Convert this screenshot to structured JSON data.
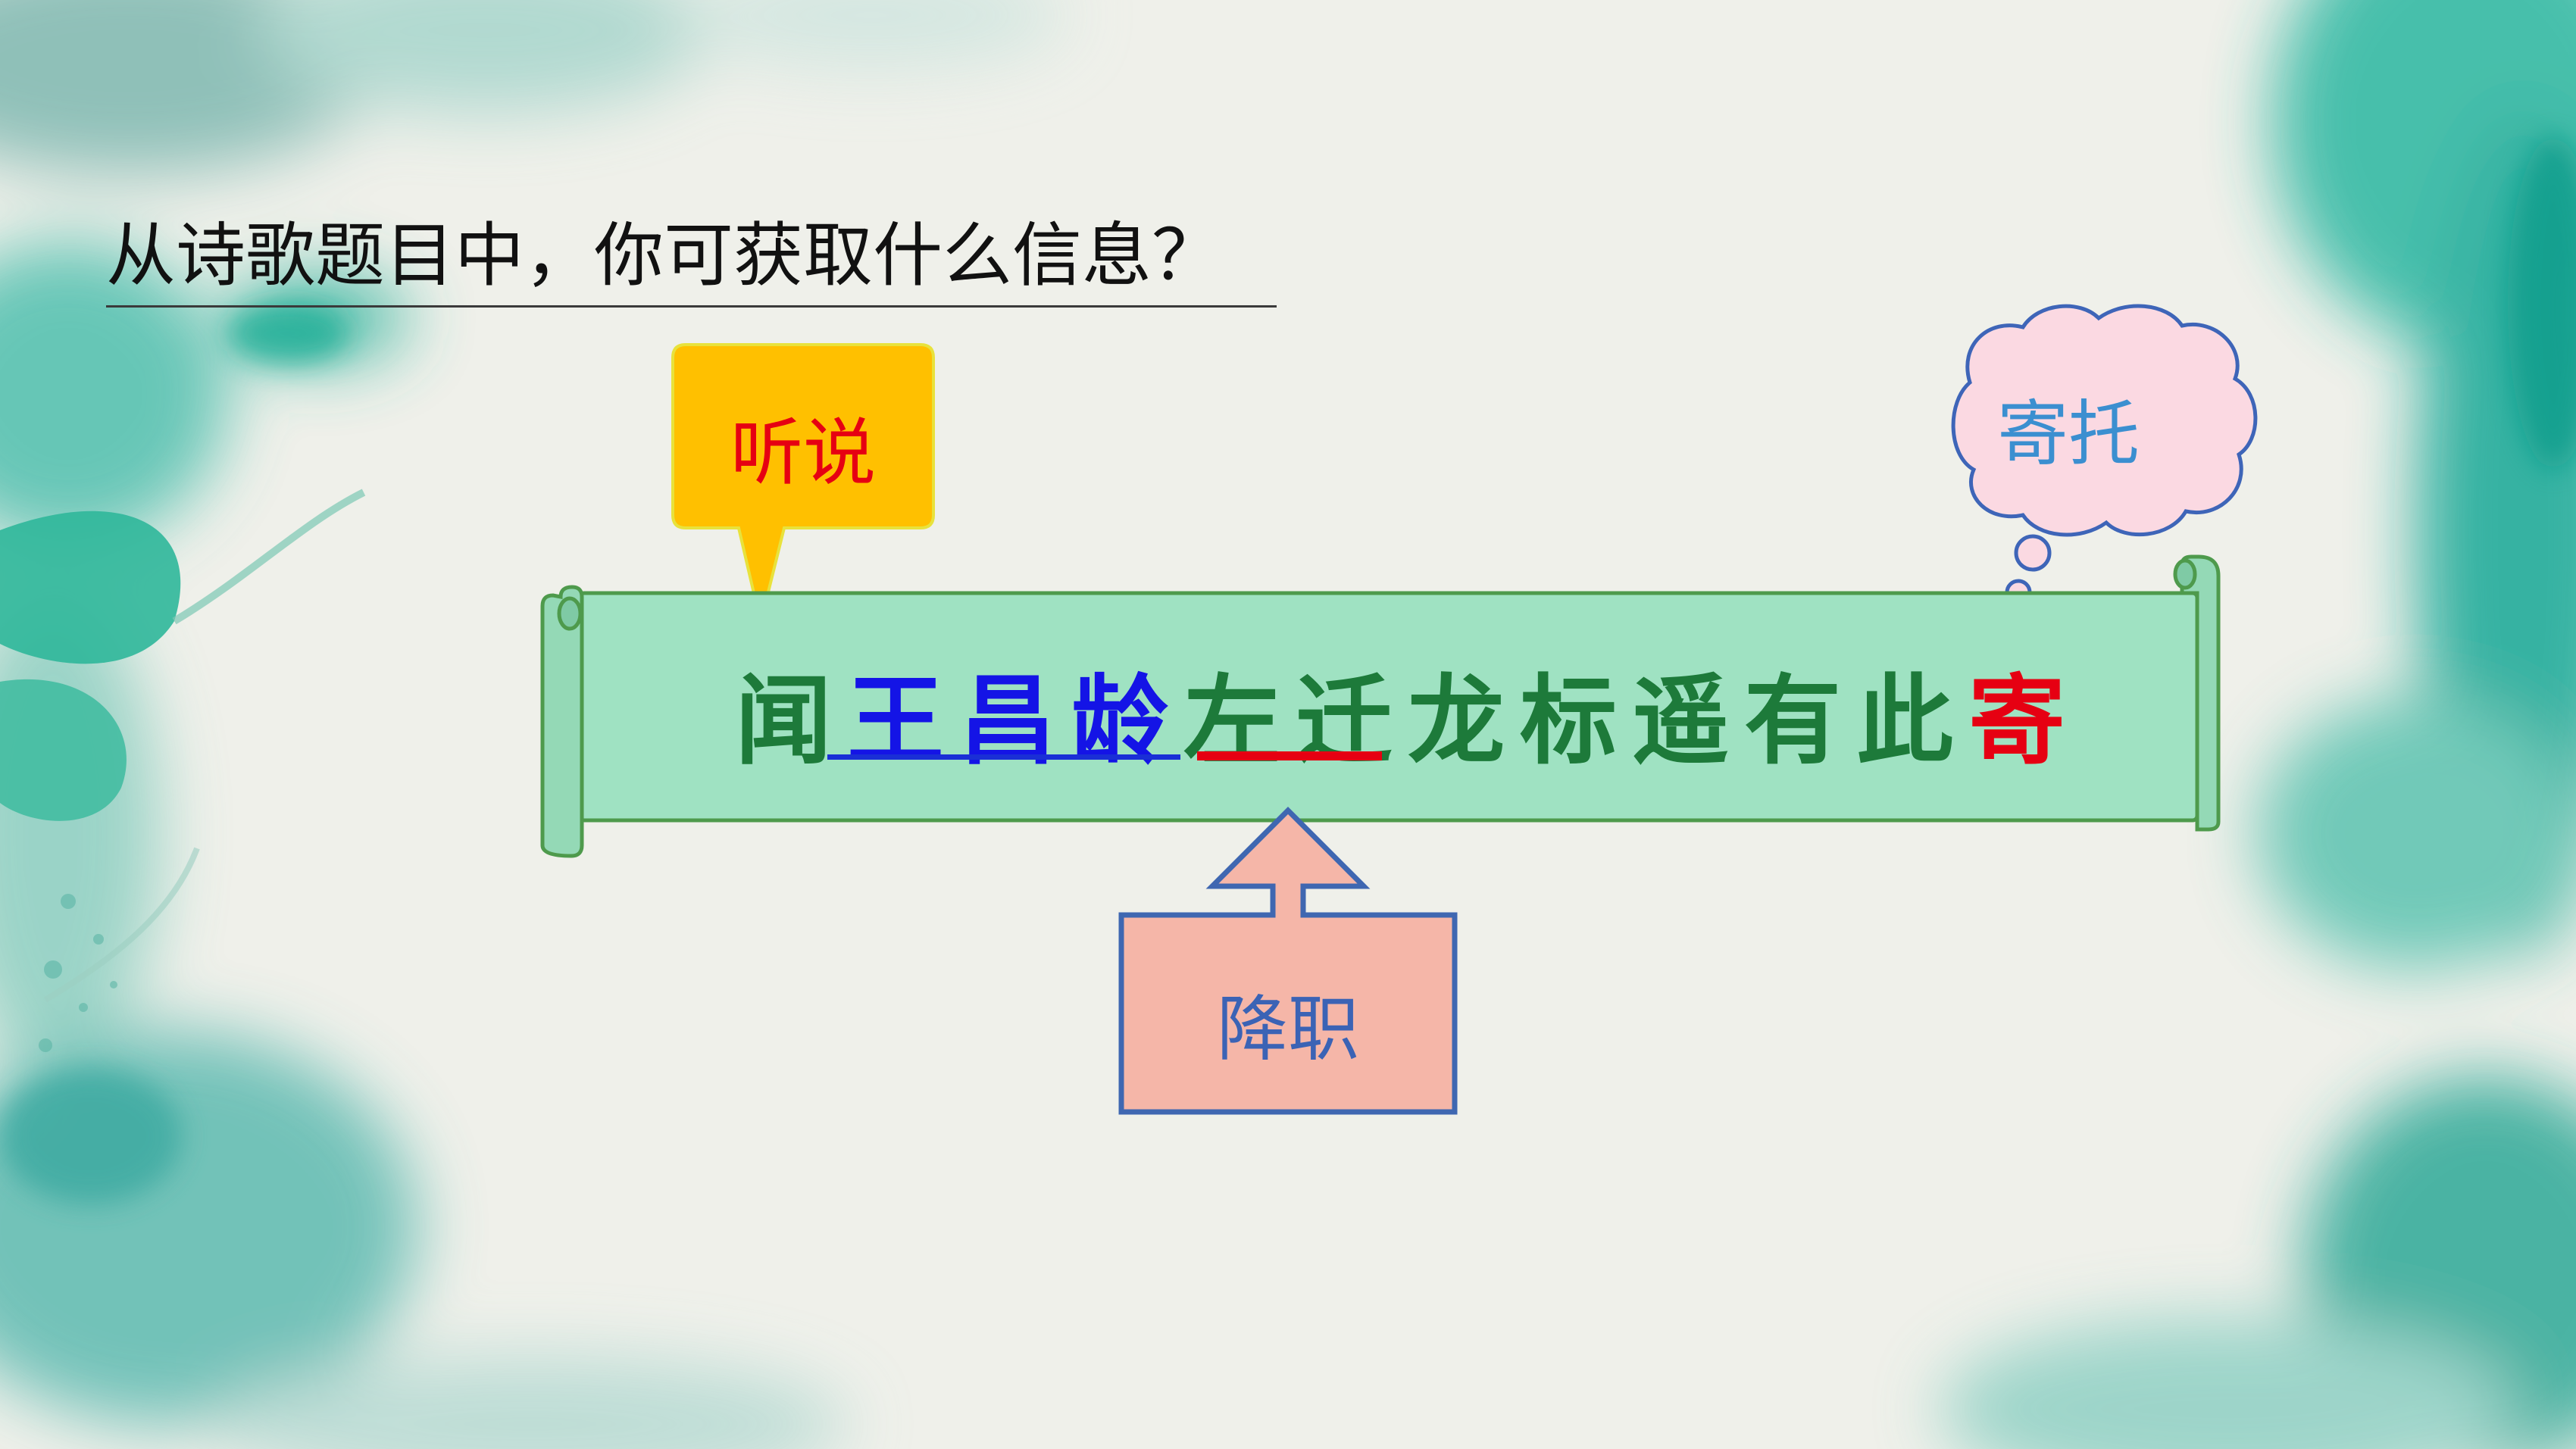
{
  "question": "从诗歌题目中，你可获取什么信息？",
  "callouts": {
    "hear": "听说",
    "entrust": "寄托",
    "demotion": "降职"
  },
  "poem_title": {
    "chars": [
      "闻",
      "王",
      "昌",
      "龄",
      "左",
      "迁",
      "龙",
      "标",
      "遥",
      "有",
      "此",
      "寄"
    ],
    "styles": [
      "green",
      "blue",
      "blue",
      "blue",
      "green",
      "green",
      "green",
      "green",
      "green",
      "green",
      "green",
      "red"
    ]
  },
  "colors": {
    "scroll_fill": "#9fe2c2",
    "scroll_stroke": "#4e9a4c",
    "hear_fill": "#ffc000",
    "entrust_fill": "#fbd9e2",
    "demotion_fill": "#f5b6a8",
    "demotion_stroke": "#3f67b1"
  }
}
